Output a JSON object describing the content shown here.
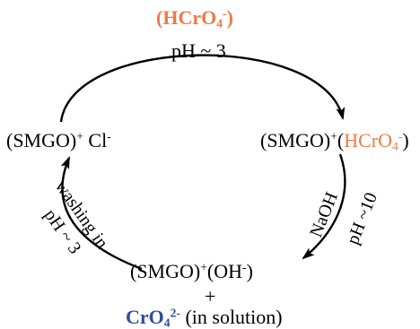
{
  "colors": {
    "orange": "#ee7a45",
    "blue": "#2e4fa0",
    "ink": "#000000"
  },
  "top": {
    "species_open": "(HCrO",
    "species_sub": "4",
    "species_sup": "-",
    "species_close": ")",
    "ph": "pH ~ 3"
  },
  "left": {
    "prefix": "(SMGO)",
    "sup1": "+",
    "ion": " Cl",
    "sup2": "-"
  },
  "right": {
    "prefix": "(SMGO)",
    "sup1": "+",
    "open": "(",
    "hcro": "HCrO",
    "sub": "4",
    "sup2": "-",
    "close": ")"
  },
  "bottom": {
    "prefix": "(SMGO)",
    "sup1": "+",
    "oh": "(OH",
    "sup2": "-",
    "close": ")",
    "plus": "+",
    "cro": "CrO",
    "cro_sub": "4",
    "cro_sup": "2-",
    "in_solution": " (in solution)"
  },
  "left_arc_labels": {
    "line1": "washing in",
    "line2": "pH ~ 3"
  },
  "right_arc_labels": {
    "line1": "NaOH",
    "line2": "pH ~10"
  }
}
